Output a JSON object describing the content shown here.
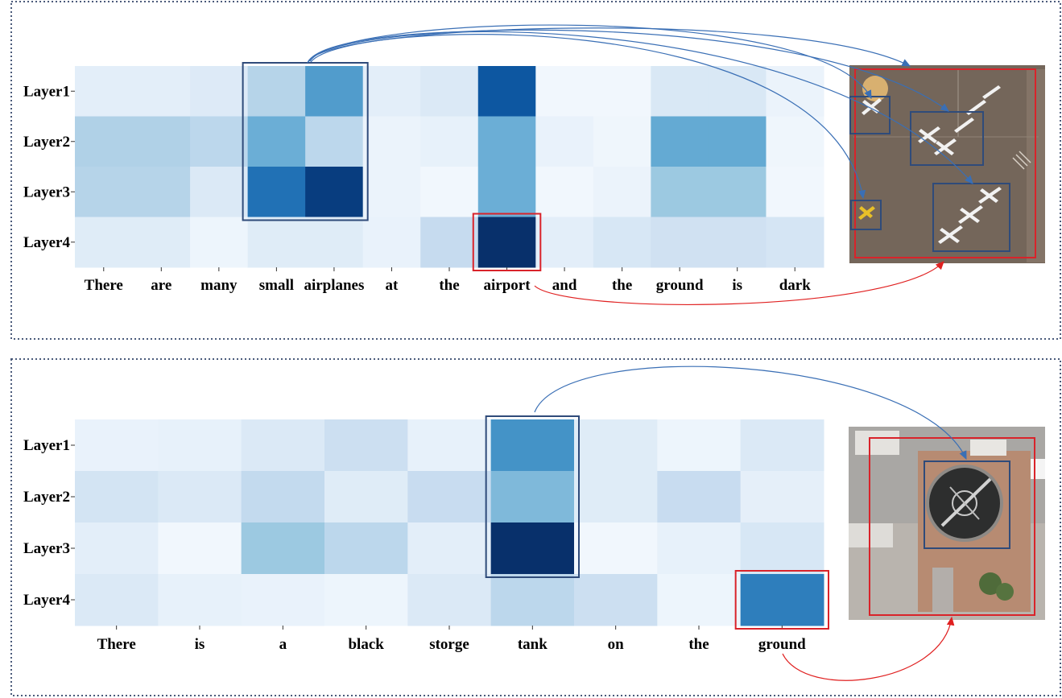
{
  "colors": {
    "scale_low": "#f7fbff",
    "scale_high": "#08306b",
    "highlight_blue": "#2f4b7a",
    "highlight_red": "#d9232a",
    "arrow_blue": "#3a6fb5",
    "arrow_red": "#e02020"
  },
  "chart_data": [
    {
      "type": "heatmap",
      "rows": [
        "Layer1",
        "Layer2",
        "Layer3",
        "Layer4"
      ],
      "columns": [
        "There",
        "are",
        "many",
        "small",
        "airplanes",
        "at",
        "the",
        "airport",
        "and",
        "the",
        "ground",
        "is",
        "dark"
      ],
      "values": [
        [
          0.1,
          0.1,
          0.13,
          0.3,
          0.58,
          0.1,
          0.14,
          0.85,
          0.03,
          0.03,
          0.15,
          0.15,
          0.06
        ],
        [
          0.32,
          0.32,
          0.28,
          0.5,
          0.28,
          0.06,
          0.08,
          0.5,
          0.07,
          0.04,
          0.52,
          0.52,
          0.04
        ],
        [
          0.3,
          0.3,
          0.14,
          0.75,
          0.95,
          0.06,
          0.03,
          0.5,
          0.03,
          0.06,
          0.38,
          0.38,
          0.03
        ],
        [
          0.12,
          0.12,
          0.05,
          0.12,
          0.12,
          0.07,
          0.25,
          1.0,
          0.1,
          0.16,
          0.2,
          0.2,
          0.17
        ]
      ],
      "blue_box": {
        "cols": [
          3,
          4
        ],
        "rows": [
          0,
          2
        ]
      },
      "red_box": {
        "cols": [
          7,
          7
        ],
        "rows": [
          3,
          3
        ]
      },
      "image_region": {
        "outer_box": "red",
        "inner_boxes": [
          "blue",
          "blue",
          "blue",
          "blue"
        ]
      }
    },
    {
      "type": "heatmap",
      "rows": [
        "Layer1",
        "Layer2",
        "Layer3",
        "Layer4"
      ],
      "columns": [
        "There",
        "is",
        "a",
        "black",
        "storge",
        "tank",
        "on",
        "the",
        "ground"
      ],
      "values": [
        [
          0.07,
          0.08,
          0.14,
          0.22,
          0.08,
          0.62,
          0.12,
          0.05,
          0.14
        ],
        [
          0.18,
          0.14,
          0.26,
          0.12,
          0.24,
          0.45,
          0.12,
          0.24,
          0.09
        ],
        [
          0.1,
          0.03,
          0.38,
          0.28,
          0.1,
          1.0,
          0.03,
          0.08,
          0.16
        ],
        [
          0.14,
          0.08,
          0.07,
          0.05,
          0.14,
          0.28,
          0.22,
          0.05,
          0.7
        ]
      ],
      "blue_box": {
        "cols": [
          5,
          5
        ],
        "rows": [
          0,
          2
        ]
      },
      "red_box": {
        "cols": [
          8,
          8
        ],
        "rows": [
          3,
          3
        ]
      },
      "image_region": {
        "outer_box": "red",
        "inner_boxes": [
          "blue"
        ]
      }
    }
  ]
}
